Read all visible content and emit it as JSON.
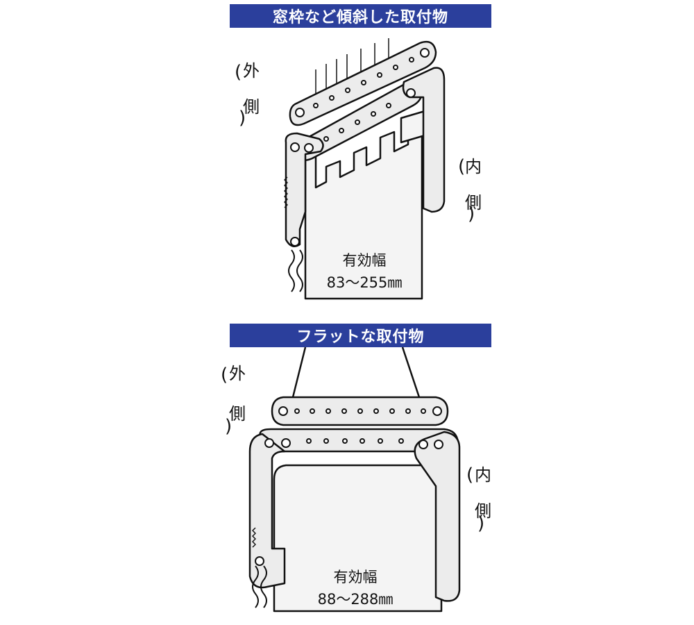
{
  "diagrams": [
    {
      "title": "窓枠など傾斜した取付物",
      "outside_label": [
        "外",
        "側"
      ],
      "inside_label": [
        "内",
        "側"
      ],
      "width_label": "有効幅",
      "width_range": "83〜255㎜"
    },
    {
      "title": "フラットな取付物",
      "outside_label": [
        "外",
        "側"
      ],
      "inside_label": [
        "内",
        "側"
      ],
      "width_label": "有効幅",
      "width_range": "88〜288㎜"
    }
  ],
  "colors": {
    "banner": "#2b3f9c",
    "ink": "#111111",
    "fill": "#ececec"
  }
}
